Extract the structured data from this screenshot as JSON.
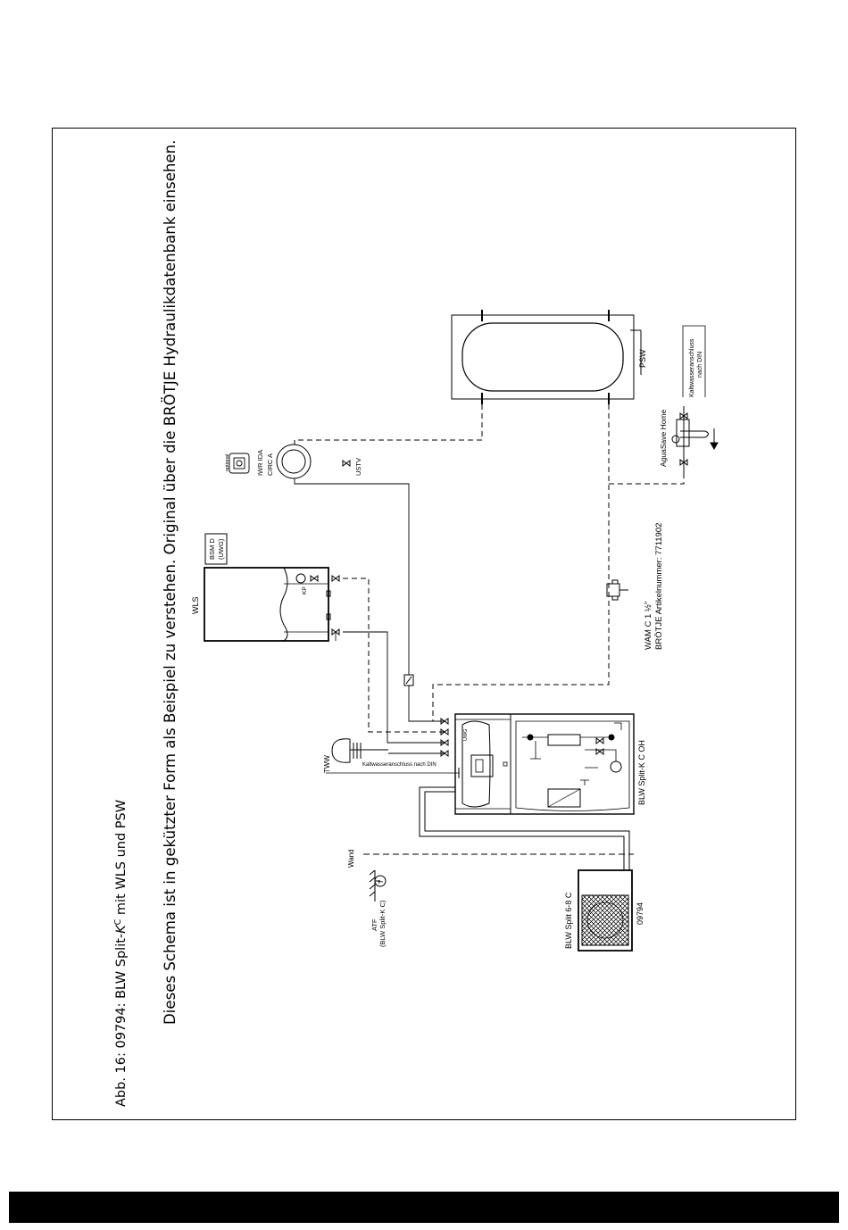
{
  "figure": {
    "caption_prefix": "Abb. 16: 09794: BLW Split-",
    "caption_k": "K",
    "caption_sup": "C",
    "caption_suffix": " mit WLS und PSW",
    "note": "Dieses Schema ist in gekützter Form als Beispiel zu verstehen. Original über die BRÖTJE Hydraulikdatenbank einsehen."
  },
  "labels": {
    "psw": "PSW",
    "wls": "WLS",
    "bsm_line1": "BSM D",
    "bsm_line2": "(UWG)",
    "optional": "optional",
    "iwr_ida": "IWR IDA",
    "circ_a": "CIRC A",
    "ustv": "USTV",
    "kp": "KP",
    "kaltwasser_top_1": "Kaltwasseranschluss",
    "kaltwasser_top_2": "nach DIN",
    "aquasave": "AguaSave Home",
    "wam_line1": "WAM C 1 ½\"",
    "wam_line2": "BRÖTJE Artikelnummer: 7711902",
    "tww": "TWW",
    "kaltwasser_mid": "Kaltwasseranschluss nach DIN",
    "uwg": "UWG",
    "indoor_unit": "BLW Split-K C OH",
    "wand": "Wand",
    "atf_line1": "ATF",
    "atf_line2": "(BLW Split-K C)",
    "atf_t": "T",
    "outdoor_line1": "BLW Split 6-8 C",
    "outdoor_line2": "09794"
  }
}
